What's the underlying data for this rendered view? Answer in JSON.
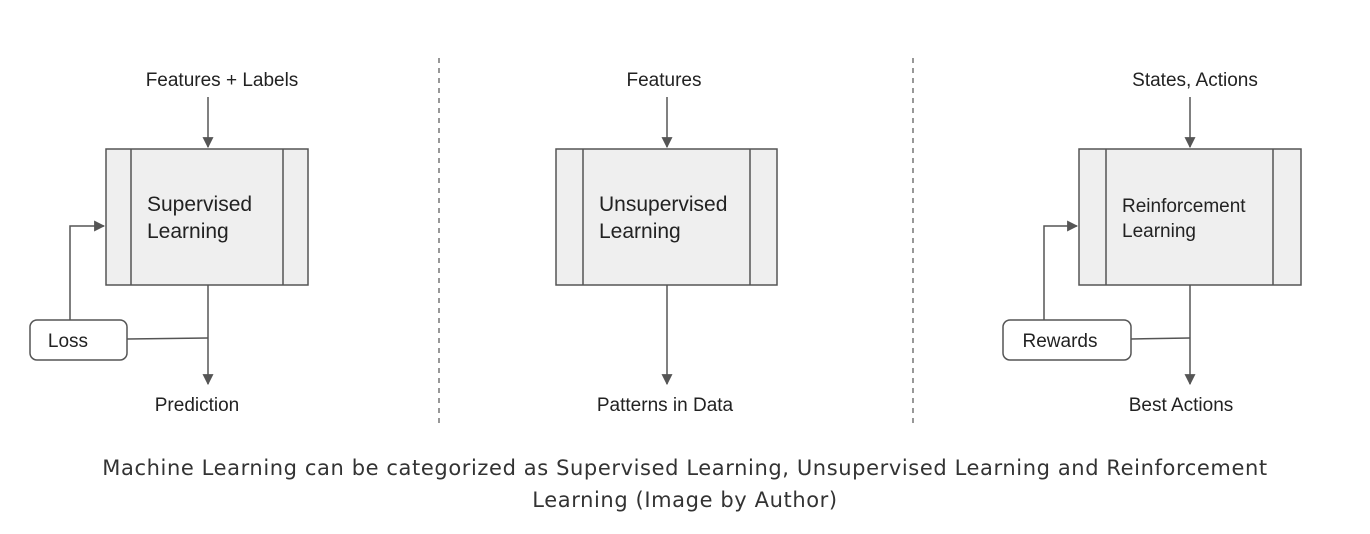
{
  "panels": {
    "supervised": {
      "input": "Features + Labels",
      "box_line1": "Supervised",
      "box_line2": "Learning",
      "feedback": "Loss",
      "output": "Prediction"
    },
    "unsupervised": {
      "input": "Features",
      "box_line1": "Unsupervised",
      "box_line2": "Learning",
      "output": "Patterns in Data"
    },
    "reinforcement": {
      "input": "States, Actions",
      "box_line1": "Reinforcement",
      "box_line2": "Learning",
      "feedback": "Rewards",
      "output": "Best Actions"
    }
  },
  "caption": {
    "line1": "Machine Learning can be categorized as Supervised Learning, Unsupervised Learning and Reinforcement",
    "line2": "Learning (Image by Author)"
  }
}
